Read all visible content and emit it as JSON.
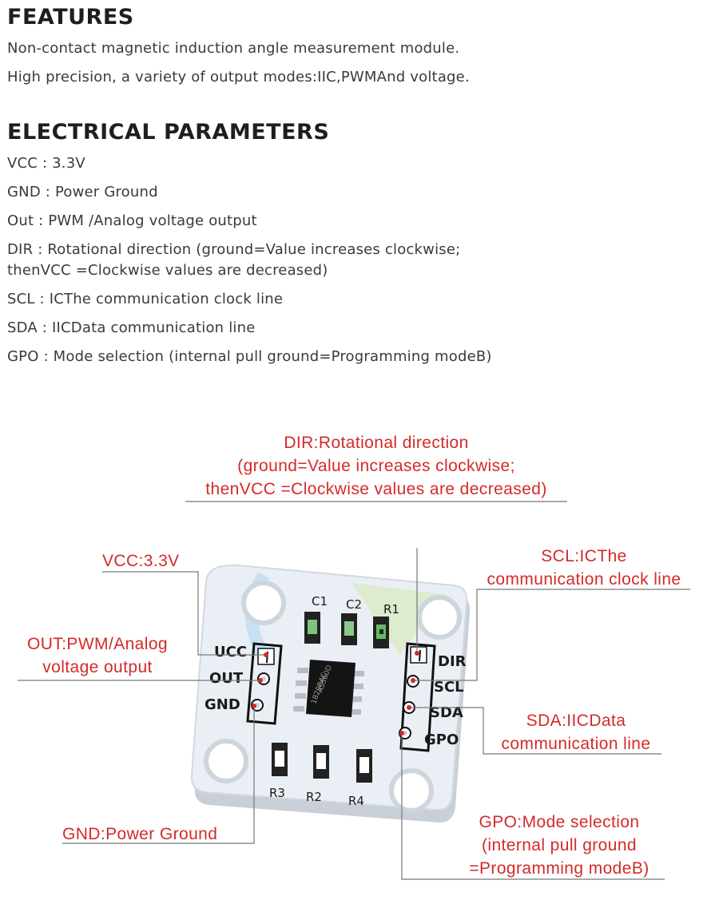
{
  "features": {
    "heading": "FEATURES",
    "lines": [
      "Non-contact magnetic induction angle measurement module.",
      "High precision, a variety of output modes:IIC,PWMAnd voltage."
    ]
  },
  "electrical": {
    "heading": "ELECTRICAL PARAMETERS",
    "lines": [
      "VCC : 3.3V",
      "GND : Power Ground",
      "Out : PWM /Analog voltage output",
      "DIR : Rotational direction (ground=Value increases clockwise;",
      "thenVCC =Clockwise values are decreased)",
      "SCL : ICThe communication clock line",
      "SDA : IICData communication line",
      "GPO : Mode selection (internal pull ground=Programming modeB)"
    ]
  },
  "callouts": {
    "dir": [
      "DIR:Rotational direction",
      "(ground=Value increases clockwise;",
      "thenVCC =Clockwise values are decreased)"
    ],
    "vcc": [
      "VCC:3.3V"
    ],
    "out": [
      "OUT:PWM/Analog",
      "voltage output"
    ],
    "gnd": [
      "GND:Power Ground"
    ],
    "scl": [
      "SCL:ICThe",
      "communication clock line"
    ],
    "sda": [
      "SDA:IICData",
      "communication line"
    ],
    "gpo": [
      "GPO:Mode selection",
      "(internal pull ground",
      "=Programming modeB)"
    ]
  },
  "board": {
    "pins_left": [
      "UCC",
      "OUT",
      "GND"
    ],
    "pins_right": [
      "DIR",
      "SCL",
      "SDA",
      "GPO"
    ],
    "components": {
      "c1": "C1",
      "c2": "C2",
      "r1": "R1",
      "r2": "R2",
      "r3": "R3",
      "r4": "R4"
    },
    "chip_text": [
      "AS560D",
      "1829RAC"
    ]
  },
  "colors": {
    "callout": "#d42a2a",
    "board": "#e9eef4",
    "heading": "#1e1e1e"
  }
}
